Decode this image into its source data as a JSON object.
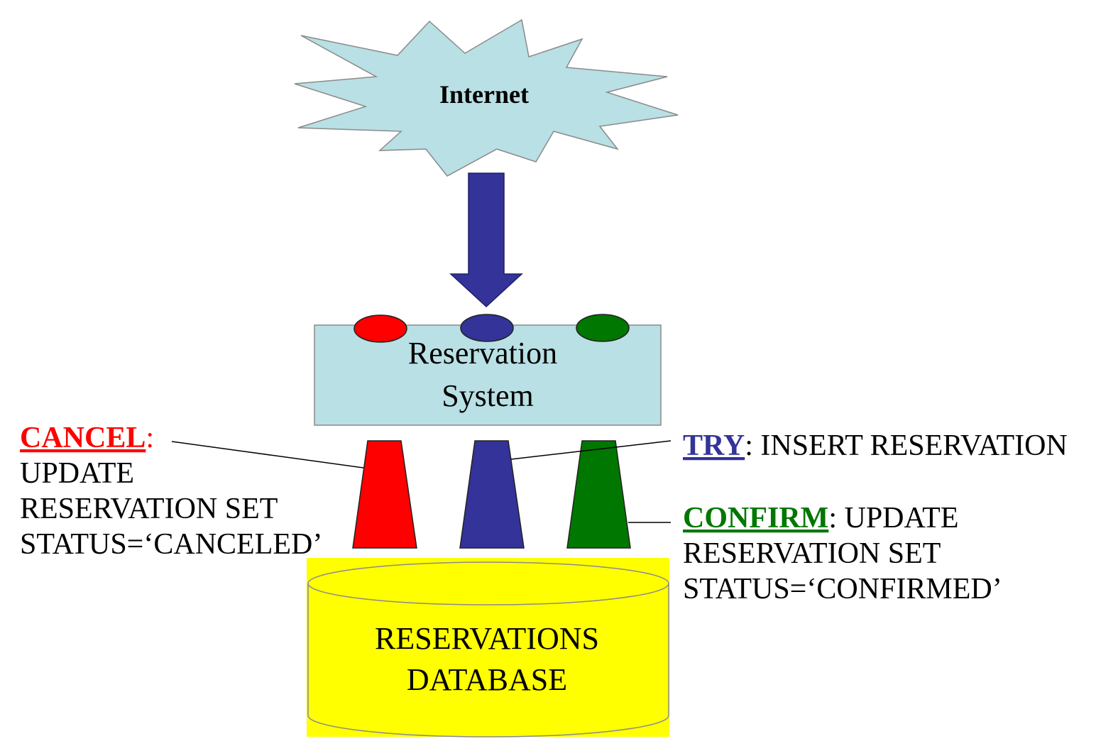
{
  "internet": {
    "label": "Internet",
    "fill": "#b9e0e4"
  },
  "arrow": {
    "fill": "#333399"
  },
  "reservation_system": {
    "line1": "Reservation",
    "line2": "System",
    "fill": "#b9e0e4"
  },
  "indicators": {
    "red": "#ff0000",
    "blue": "#333399",
    "green": "#007700"
  },
  "database": {
    "line1": "RESERVATIONS",
    "line2": "DATABASE",
    "fill": "#ffff00"
  },
  "cancel": {
    "keyword": "CANCEL",
    "sep": ":",
    "color": "#ff0000",
    "lines": [
      "UPDATE",
      "RESERVATION SET",
      "STATUS=‘CANCELED’"
    ]
  },
  "try": {
    "keyword": "TRY",
    "rest": ": INSERT RESERVATION",
    "color": "#333399"
  },
  "confirm": {
    "keyword": "CONFIRM",
    "rest": ": UPDATE",
    "color": "#007700",
    "lines": [
      "RESERVATION SET",
      "STATUS=‘CONFIRMED’"
    ]
  }
}
